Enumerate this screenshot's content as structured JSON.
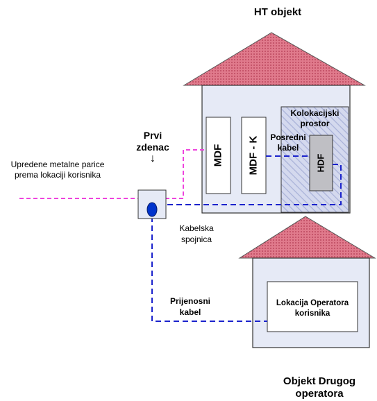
{
  "titles": {
    "ht_object": "HT objekt",
    "other_operator_object": "Objekt Drugog operatora"
  },
  "labels": {
    "first_manhole": "Prvi zdenac",
    "arrow_down": "↓",
    "twisted_pairs": "Upredene metalne parice prema lokaciji korisnika",
    "cable_joint": "Kabelska spojnica",
    "transmission_cable": "Prijenosni kabel",
    "colocation_space": "Kolokacijski prostor",
    "intermediate_cable": "Posredni kabel",
    "operator_location": "Lokacija Operatora korisnika"
  },
  "frames": {
    "mdf": "MDF",
    "mdf_k": "MDF - K",
    "hdf": "HDF"
  },
  "colors": {
    "roof": "#d9667a",
    "building": "#e6eaf6",
    "colocation": "#c9cfe6",
    "hdf_box": "#bfbfc4",
    "pink_line": "#ee44dd",
    "blue_line": "#1a22cc",
    "joint": "#0033cc"
  }
}
